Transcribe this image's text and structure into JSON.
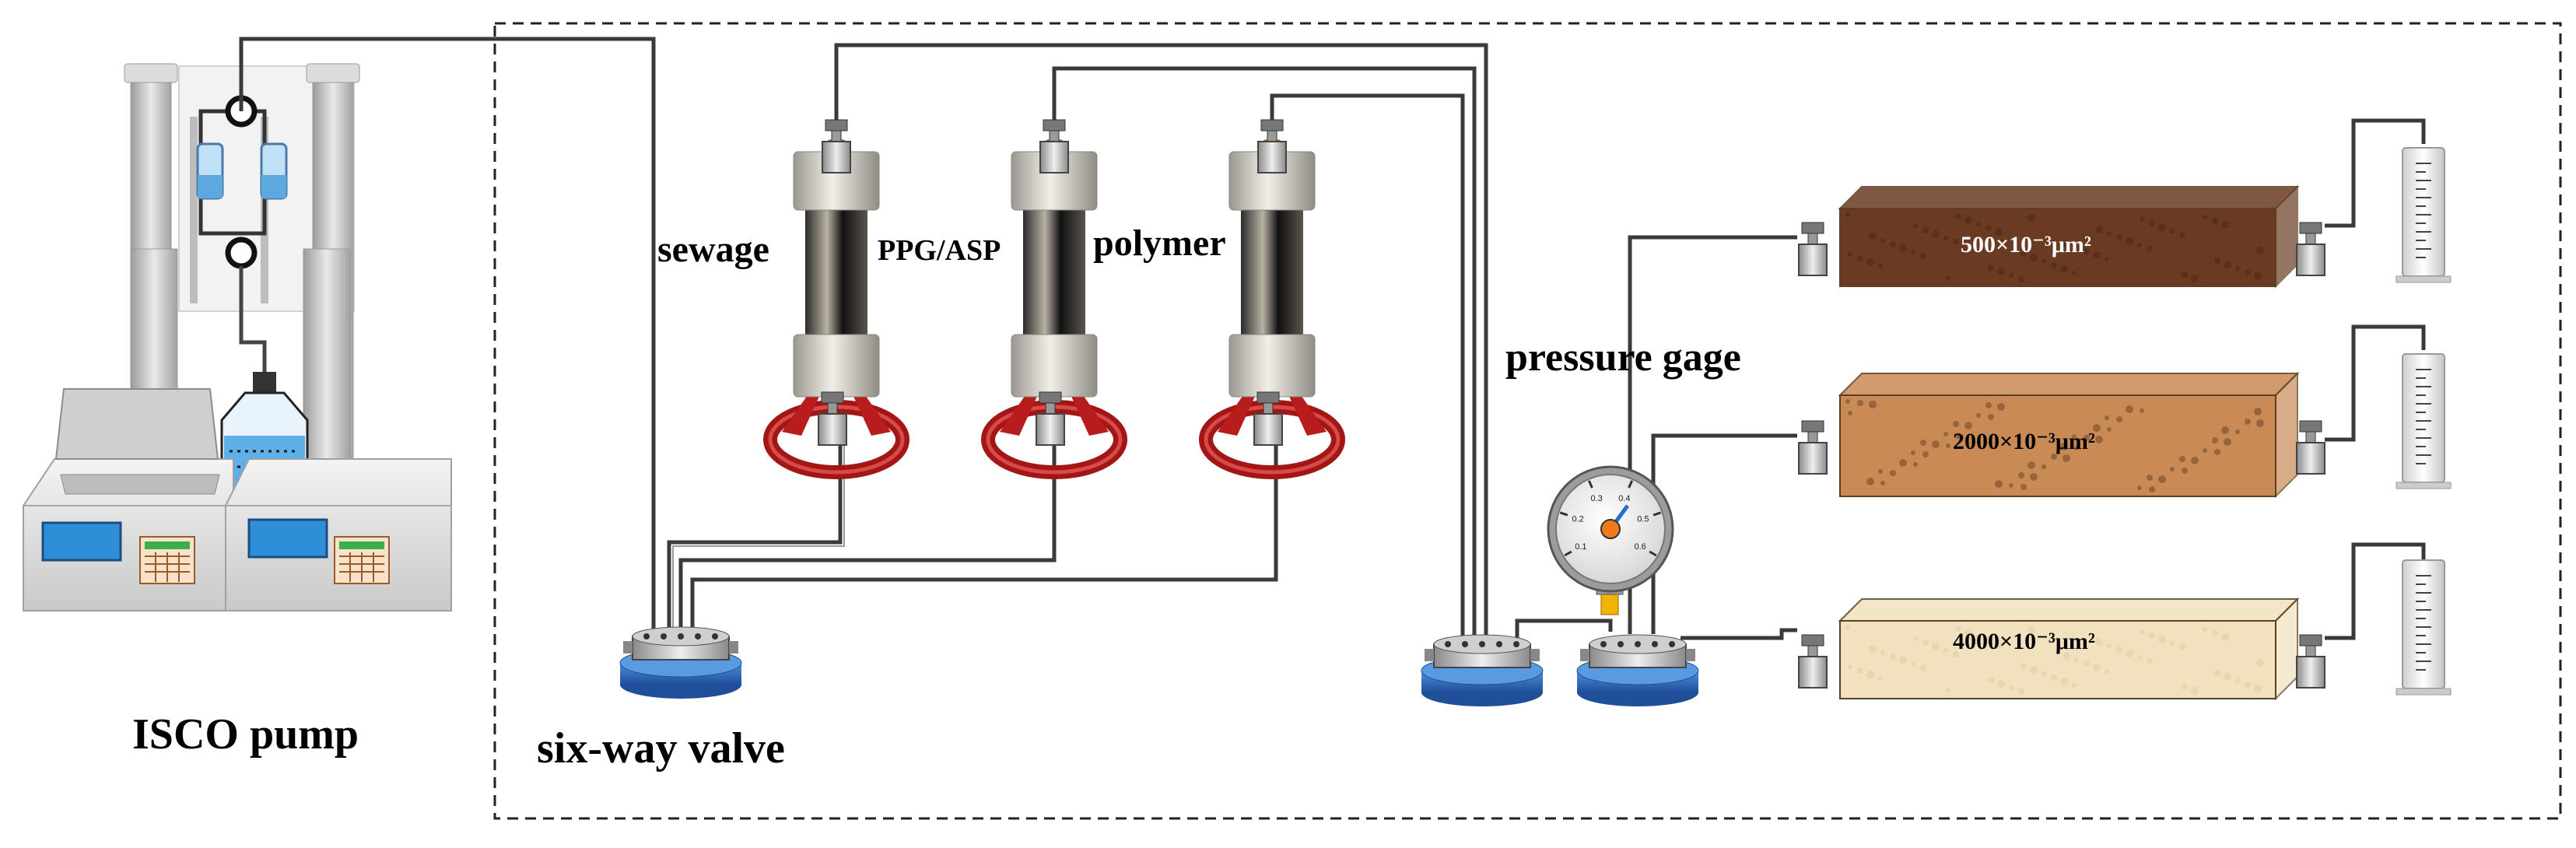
{
  "labels": {
    "isco_pump": "ISCO pump",
    "six_way_valve": "six-way valve",
    "sewage": "sewage",
    "ppg_asp": "PPG/ASP",
    "polymer": "polymer",
    "pressure_gage": "pressure gage"
  },
  "cores": [
    {
      "label": "500×10⁻³μm²",
      "color": "#6b3a22"
    },
    {
      "label": "2000×10⁻³μm²",
      "color": "#c98a55"
    },
    {
      "label": "4000×10⁻³μm²",
      "color": "#f1e1bf"
    }
  ],
  "colors": {
    "tube": "#3a3a3a",
    "dashed_border": "#222222",
    "valve_blue": "#2f6fc0",
    "stand_red": "#b01818",
    "cap_orange": "#f07a1c",
    "pump_screen": "#2e8fd8"
  },
  "gauge_ticks": [
    "0.1",
    "0.2",
    "0.3",
    "0.4",
    "0.5",
    "0.6"
  ]
}
